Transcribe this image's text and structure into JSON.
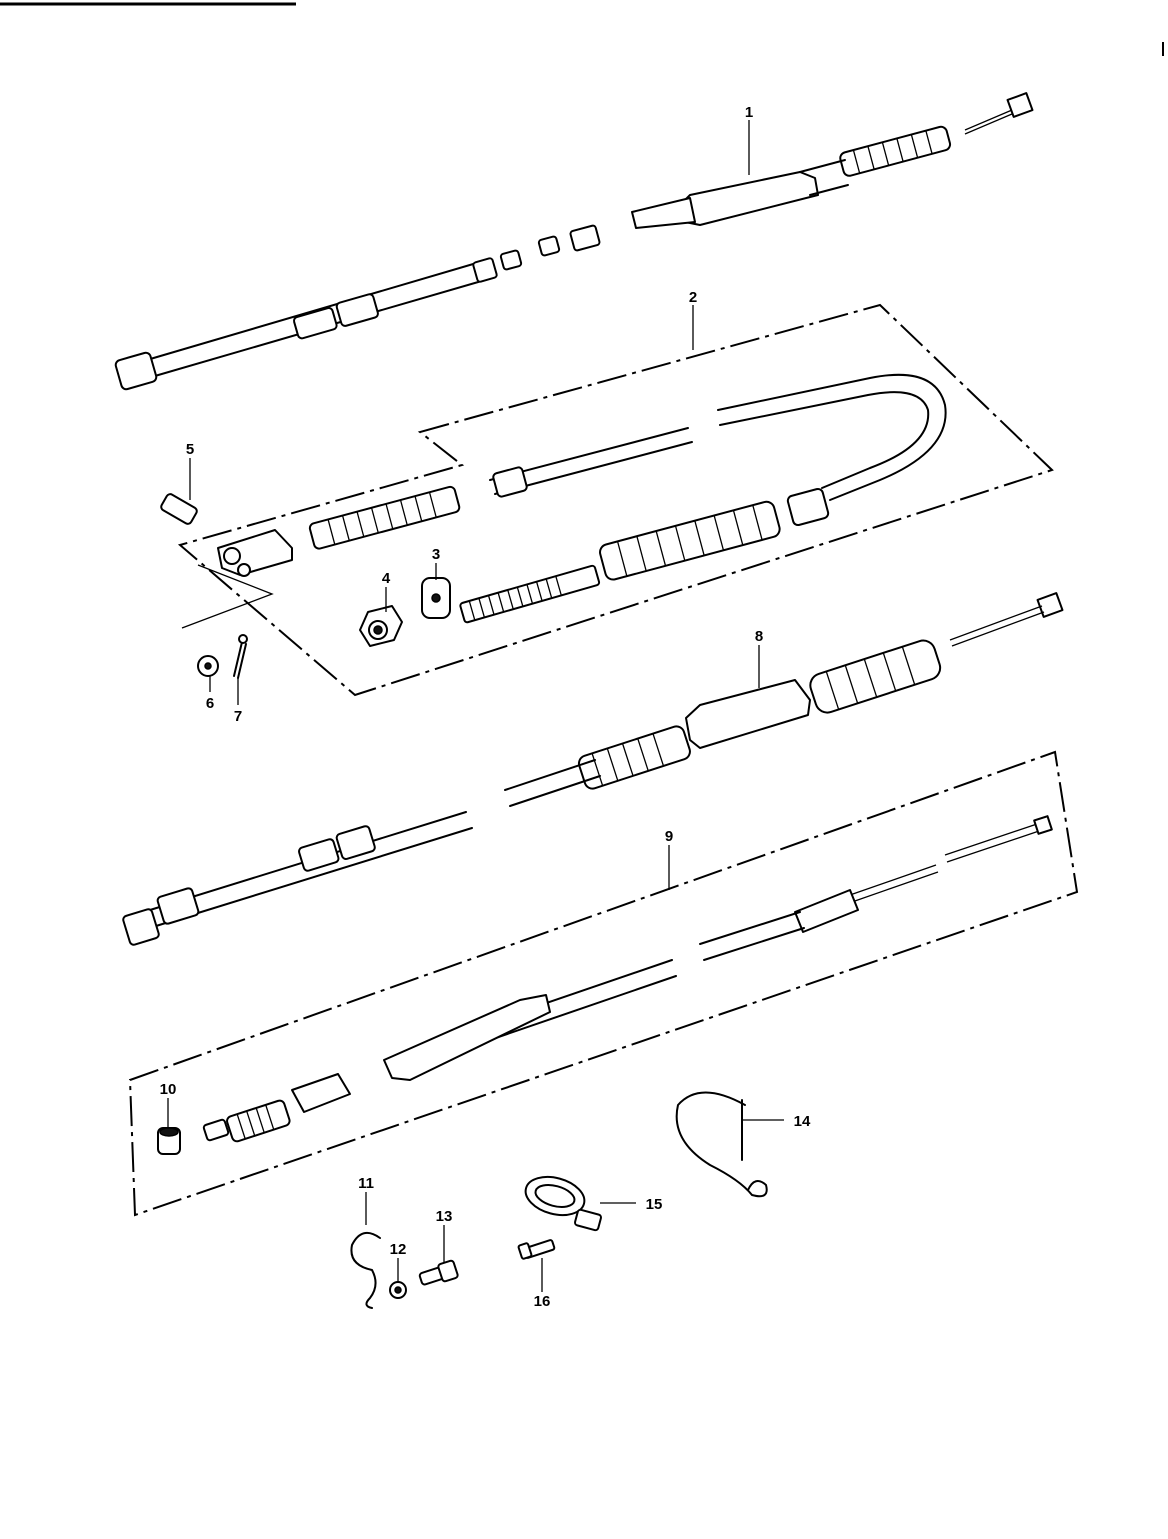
{
  "diagram": {
    "type": "exploded-parts-diagram",
    "callouts": [
      {
        "id": "c1",
        "label": "1",
        "part": "clutch-cable-assembly"
      },
      {
        "id": "c2",
        "label": "2",
        "part": "rear-brake-cable-assembly-group"
      },
      {
        "id": "c3",
        "label": "3",
        "part": "cable-pin"
      },
      {
        "id": "c4",
        "label": "4",
        "part": "adjusting-nut"
      },
      {
        "id": "c5",
        "label": "5",
        "part": "clevis-pin"
      },
      {
        "id": "c6",
        "label": "6",
        "part": "washer"
      },
      {
        "id": "c7",
        "label": "7",
        "part": "cotter-pin"
      },
      {
        "id": "c8",
        "label": "8",
        "part": "cable-assembly"
      },
      {
        "id": "c9",
        "label": "9",
        "part": "throttle-cable-assembly-group"
      },
      {
        "id": "c10",
        "label": "10",
        "part": "cable-sleeve"
      },
      {
        "id": "c11",
        "label": "11",
        "part": "wire-clamp"
      },
      {
        "id": "c12",
        "label": "12",
        "part": "lock-washer"
      },
      {
        "id": "c13",
        "label": "13",
        "part": "bolt"
      },
      {
        "id": "c14",
        "label": "14",
        "part": "cable-band"
      },
      {
        "id": "c15",
        "label": "15",
        "part": "cable-clamp"
      },
      {
        "id": "c16",
        "label": "16",
        "part": "screw"
      }
    ]
  }
}
